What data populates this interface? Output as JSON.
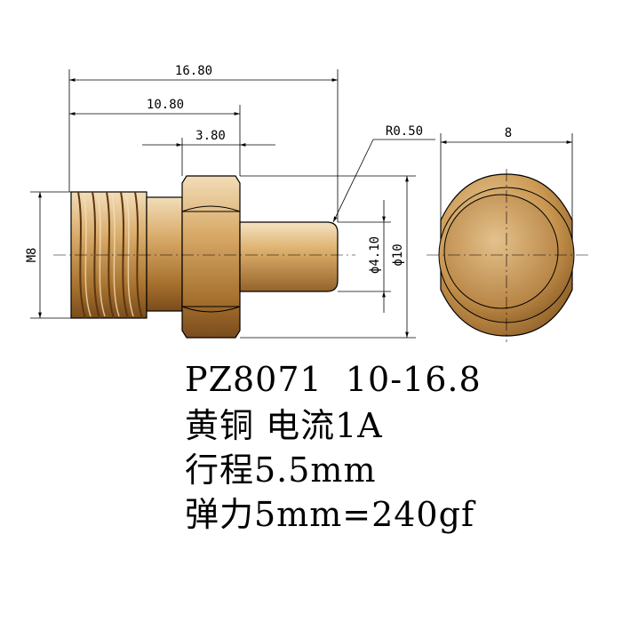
{
  "dimensions": {
    "overall_length": "16.80",
    "thread_length": "10.80",
    "hex_length": "3.80",
    "tip_radius": "R0.50",
    "thread_size": "M8",
    "pin_diameter": "ϕ4.10",
    "hex_diameter": "ϕ10",
    "end_view_width": "8"
  },
  "spec": {
    "line1": "PZ8071  10-16.8",
    "line2": "黄铜 电流1A",
    "line3": "行程5.5mm",
    "line4": "弹力5mm=240gf"
  },
  "colors": {
    "brass_light": "#e8c99a",
    "brass_mid": "#c9964f",
    "brass_dark": "#8a5a25",
    "outline": "#000000"
  }
}
